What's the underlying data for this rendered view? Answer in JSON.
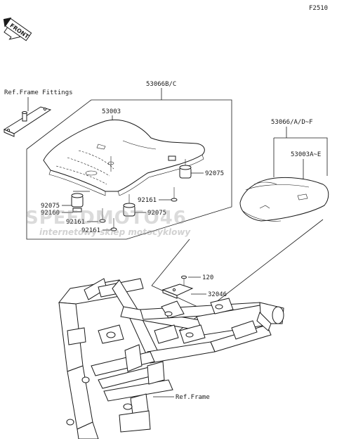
{
  "figure_code": "F2510",
  "front_label": "FRONT",
  "labels": {
    "ref_frame_fittings": "Ref.Frame Fittings",
    "seat_assy_main": "53066B/C",
    "seat_cover_main": "53003",
    "damper_right_92075": "92075",
    "screw_right_92161": "92161",
    "damper_lower_92075": "92075",
    "damper_left_92075": "92075",
    "collar_92160": "92160",
    "screw_left_92161": "92161",
    "screw_bottom_92161": "92161",
    "seat_assy_alt": "53066/A/D~F",
    "seat_cover_alt": "53003A~E",
    "bolt_120": "120",
    "bracket_32046": "32046",
    "ref_frame": "Ref.Frame"
  },
  "watermark": {
    "brand": "SPEEDMOTO46",
    "tagline": "internetowy sklep motocyklowy"
  }
}
